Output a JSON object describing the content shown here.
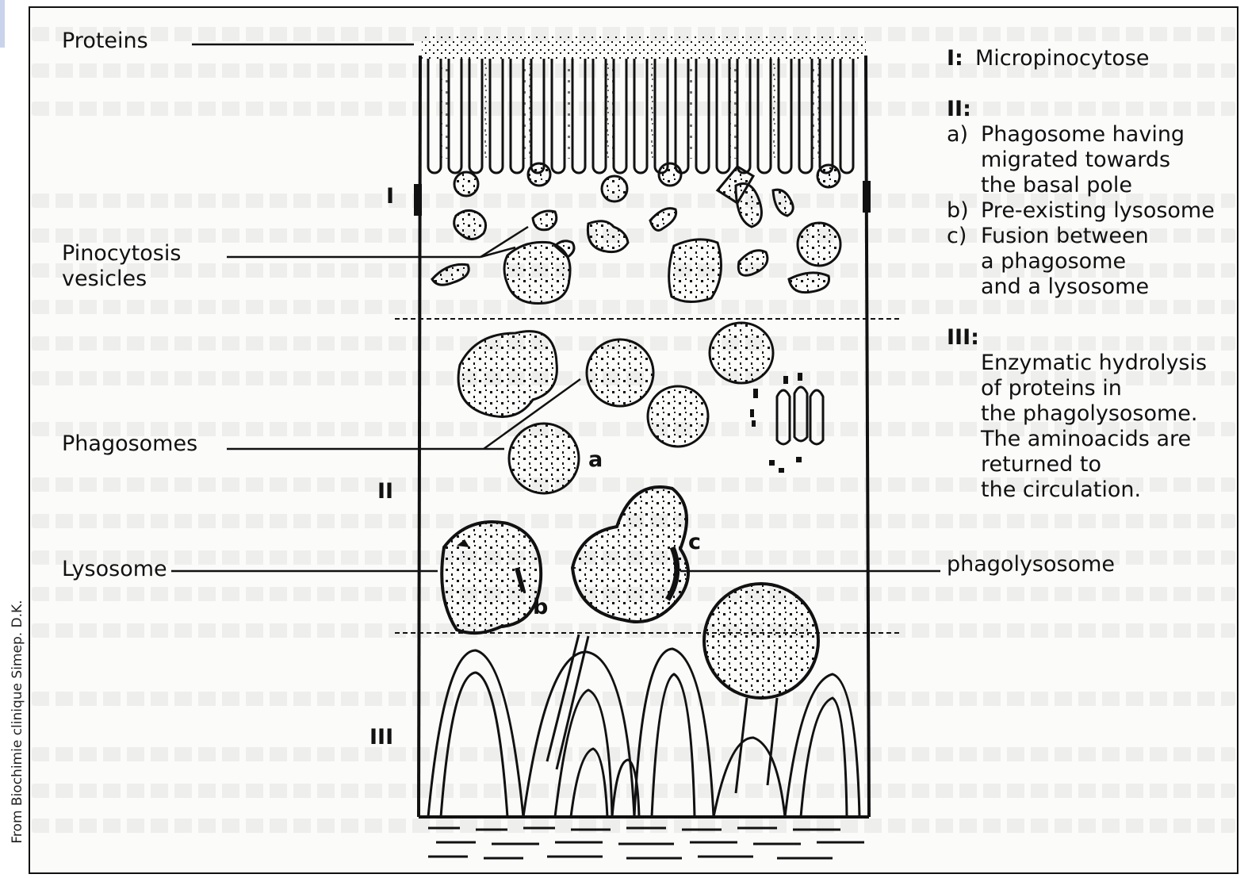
{
  "labels": {
    "proteins": "Proteins",
    "pinocytosis": "Pinocytosis\nvesicles",
    "phagosomes": "Phagosomes",
    "lysosome": "Lysosome",
    "phagolysosome": "phagolysosome",
    "roman_I": "I",
    "roman_II": "II",
    "roman_III": "III",
    "letter_a": "a",
    "letter_b": "b",
    "letter_c": "c"
  },
  "legend": {
    "I_title": "I:",
    "I_text": "Micropinocytose",
    "II_title": "II:",
    "II_a_key": "a)",
    "II_a_text": "Phagosome having\nmigrated towards\nthe basal pole",
    "II_b_key": "b)",
    "II_b_text": "Pre-existing lysosome",
    "II_c_key": "c)",
    "II_c_text": "Fusion between\na phagosome\nand a lysosome",
    "III_title": "III:",
    "III_text": "Enzymatic hydrolysis\nof proteins in\nthe phagolysosome.\nThe aminoacids are\nreturned to\nthe circulation."
  },
  "credit": "From Biochimie clinique Simep. D.K."
}
